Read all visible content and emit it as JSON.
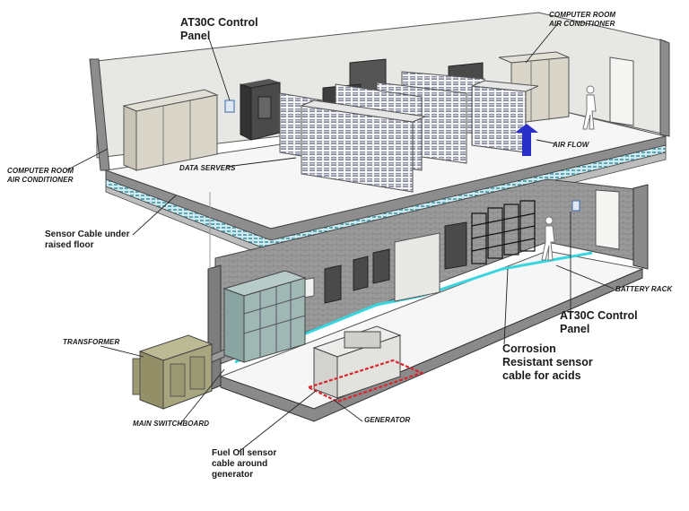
{
  "labels": {
    "at30c_top": [
      "AT30C Control",
      "Panel"
    ],
    "crac_top": [
      "COMPUTER ROOM",
      "AIR CONDITIONER"
    ],
    "crac_left": [
      "COMPUTER ROOM",
      "AIR CONDITIONER"
    ],
    "data_servers": "DATA SERVERS",
    "air_flow": "AIR FLOW",
    "sensor_cable": [
      "Sensor Cable under",
      "raised floor"
    ],
    "battery_rack": "BATTERY RACK",
    "at30c_right": [
      "AT30C Control",
      "Panel"
    ],
    "corrosion": [
      "Corrosion",
      "Resistant sensor",
      "cable for acids"
    ],
    "transformer": "TRANSFORMER",
    "main_switchboard": "MAIN SWITCHBOARD",
    "generator": "GENERATOR",
    "fuel_oil": [
      "Fuel Oil sensor",
      "cable around",
      "generator"
    ]
  },
  "colors": {
    "sensor_cable": "#3ad6e0",
    "fuel_cable": "#d9262a",
    "air_flow_arrow": "#2a2fc8",
    "wall": "#8f8f8f",
    "floor": "#f3f3f3",
    "transformer": "#a8a67e",
    "switchboard": "#9fb8b4"
  }
}
